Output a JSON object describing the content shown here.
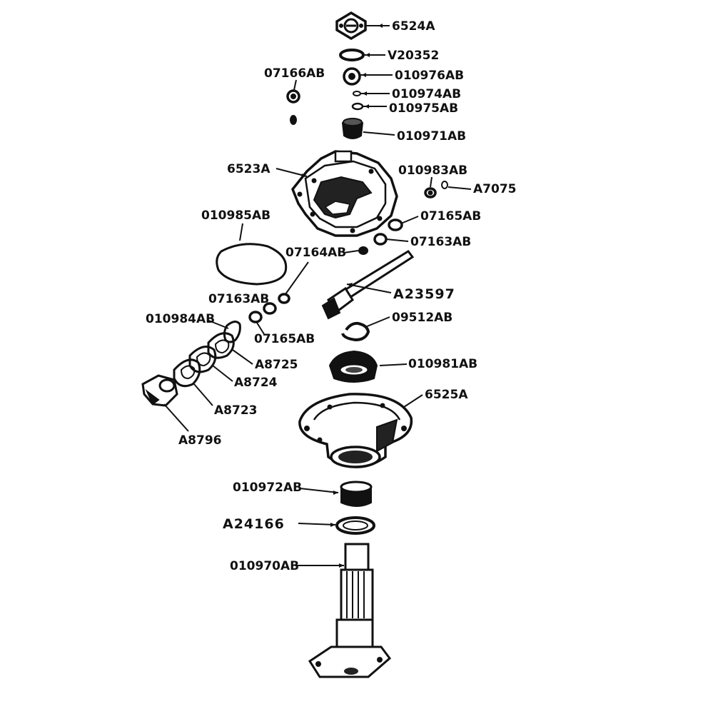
{
  "diagram": {
    "callouts": [
      {
        "id": "p6524a",
        "label": "6524A"
      },
      {
        "id": "pv20352",
        "label": "V20352"
      },
      {
        "id": "p07166ab",
        "label": "07166AB"
      },
      {
        "id": "p010976ab",
        "label": "010976AB"
      },
      {
        "id": "p010974ab",
        "label": "010974AB"
      },
      {
        "id": "p010975ab",
        "label": "010975AB"
      },
      {
        "id": "p010971ab",
        "label": "010971AB"
      },
      {
        "id": "p6523a",
        "label": "6523A"
      },
      {
        "id": "p010983ab",
        "label": "010983AB"
      },
      {
        "id": "pa7075",
        "label": "A7075"
      },
      {
        "id": "p010985ab",
        "label": "010985AB"
      },
      {
        "id": "p07165ab_top",
        "label": "07165AB"
      },
      {
        "id": "p07163ab_top",
        "label": "07163AB"
      },
      {
        "id": "p07164ab",
        "label": "07164AB"
      },
      {
        "id": "p07163ab_mid",
        "label": "07163AB"
      },
      {
        "id": "pa23597",
        "label": "A23597"
      },
      {
        "id": "p010984ab",
        "label": "010984AB"
      },
      {
        "id": "p07165ab_mid",
        "label": "07165AB"
      },
      {
        "id": "p09512ab",
        "label": "09512AB"
      },
      {
        "id": "pa8725",
        "label": "A8725"
      },
      {
        "id": "p010981ab",
        "label": "010981AB"
      },
      {
        "id": "pa8724",
        "label": "A8724"
      },
      {
        "id": "p6525a",
        "label": "6525A"
      },
      {
        "id": "pa8723",
        "label": "A8723"
      },
      {
        "id": "pa8796",
        "label": "A8796"
      },
      {
        "id": "p010972ab",
        "label": "010972AB"
      },
      {
        "id": "pa24166",
        "label": "A24166"
      },
      {
        "id": "p010970ab",
        "label": "010970AB"
      }
    ]
  }
}
